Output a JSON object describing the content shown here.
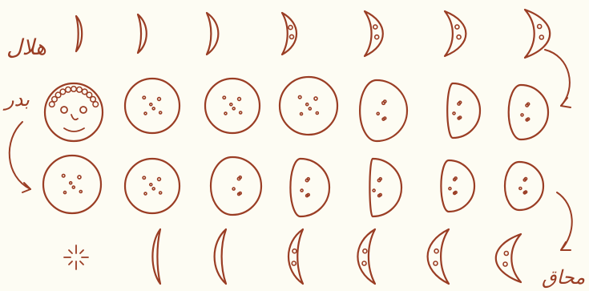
{
  "labels": {
    "crescent": "هلال",
    "full_moon": "بدر",
    "dark_moon": "محاق"
  },
  "style": {
    "ink_color": "#9a3d24",
    "paper_color": "#fdfcf3"
  },
  "phases": {
    "row1": [
      "thin-waxing-crescent",
      "waxing-crescent",
      "waxing-crescent",
      "waxing-crescent",
      "waxing-crescent",
      "waxing-crescent",
      "waxing-crescent"
    ],
    "row2": [
      "full-moon-face",
      "full-moon",
      "full-moon",
      "waning-gibbous",
      "waning-gibbous",
      "waning-gibbous",
      "waning-gibbous"
    ],
    "row3": [
      "full-moon",
      "full-moon",
      "waning-gibbous",
      "waning-gibbous",
      "waning-gibbous",
      "waning-gibbous",
      "waning-gibbous"
    ],
    "row4": [
      "new-moon-star",
      "waning-crescent",
      "waning-crescent",
      "waning-crescent",
      "waning-crescent",
      "waning-crescent",
      "waning-crescent"
    ]
  }
}
